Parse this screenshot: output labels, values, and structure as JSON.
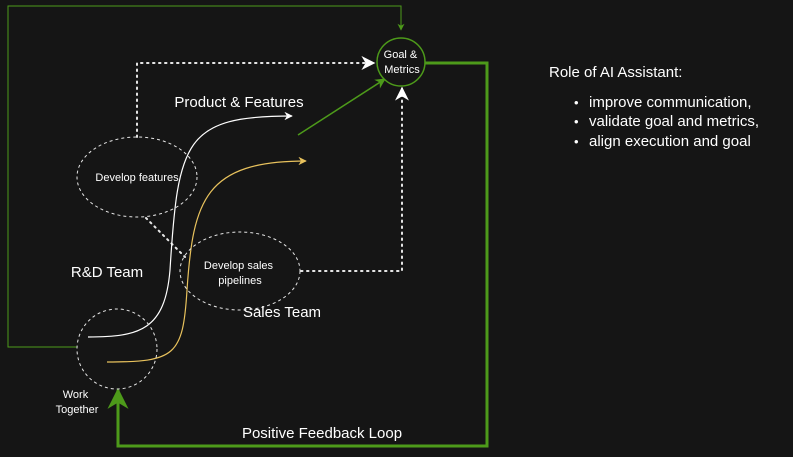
{
  "nodes": {
    "goal": "Goal & Metrics",
    "develop_features": "Develop features",
    "develop_sales": "Develop sales pipelines",
    "work_together": "Work Together"
  },
  "labels": {
    "product_features": "Product & Features",
    "rd_team": "R&D Team",
    "sales_team": "Sales Team",
    "feedback_loop": "Positive Feedback Loop"
  },
  "side_panel": {
    "title": "Role of AI Assistant:",
    "items": [
      "improve communication,",
      "validate goal and metrics,",
      "align execution and goal"
    ]
  },
  "colors": {
    "background": "#151515",
    "green": "#4d9a1a",
    "yellow": "#e8c25d",
    "white": "#ffffff",
    "dotted": "#e6e6e6"
  }
}
